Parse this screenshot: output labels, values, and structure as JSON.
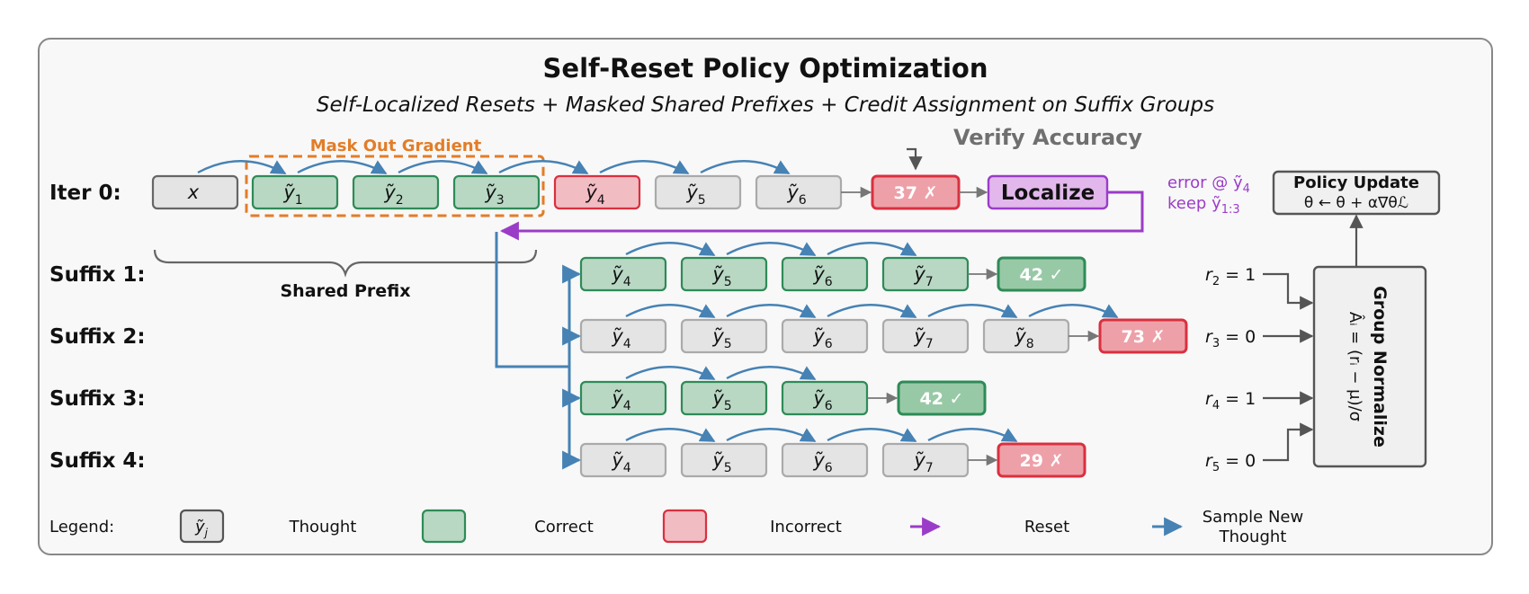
{
  "title": "Self-Reset Policy Optimization",
  "subtitle": "Self-Localized Resets + Masked Shared Prefixes + Credit Assignment on Suffix Groups",
  "mask_label": "Mask Out Gradient",
  "verify_label": "Verify Accuracy",
  "shared_prefix_label": "Shared Prefix",
  "localize_label": "Localize",
  "error_note": {
    "line1": "error @ ỹ",
    "line1_sub": "4",
    "line2": "keep ỹ",
    "line2_sub": "1:3"
  },
  "policy_update": {
    "title": "Policy Update",
    "formula": "θ ← θ + α∇θℒ"
  },
  "group_normalize": {
    "title": "Group Normalize",
    "formula": "Âᵢ = (rᵢ − μ)/σ"
  },
  "rows": [
    {
      "label": "Iter 0:",
      "tokens": [
        {
          "base": "x",
          "sub": "",
          "state": "input"
        },
        {
          "base": "ỹ",
          "sub": "1",
          "state": "correct"
        },
        {
          "base": "ỹ",
          "sub": "2",
          "state": "correct"
        },
        {
          "base": "ỹ",
          "sub": "3",
          "state": "correct"
        },
        {
          "base": "ỹ",
          "sub": "4",
          "state": "incorrect"
        },
        {
          "base": "ỹ",
          "sub": "5",
          "state": "thought"
        },
        {
          "base": "ỹ",
          "sub": "6",
          "state": "thought"
        }
      ],
      "answer": "37 ✗",
      "answer_correct": false
    },
    {
      "label": "Suffix 1:",
      "tokens": [
        {
          "base": "ỹ",
          "sub": "4",
          "state": "correct"
        },
        {
          "base": "ỹ",
          "sub": "5",
          "state": "correct"
        },
        {
          "base": "ỹ",
          "sub": "6",
          "state": "correct"
        },
        {
          "base": "ỹ",
          "sub": "7",
          "state": "correct"
        }
      ],
      "answer": "42 ✓",
      "answer_correct": true,
      "reward": {
        "var": "r",
        "sub": "2",
        "value": "1"
      }
    },
    {
      "label": "Suffix 2:",
      "tokens": [
        {
          "base": "ỹ",
          "sub": "4",
          "state": "thought"
        },
        {
          "base": "ỹ",
          "sub": "5",
          "state": "thought"
        },
        {
          "base": "ỹ",
          "sub": "6",
          "state": "thought"
        },
        {
          "base": "ỹ",
          "sub": "7",
          "state": "thought"
        },
        {
          "base": "ỹ",
          "sub": "8",
          "state": "thought"
        }
      ],
      "answer": "73 ✗",
      "answer_correct": false,
      "reward": {
        "var": "r",
        "sub": "3",
        "value": "0"
      }
    },
    {
      "label": "Suffix 3:",
      "tokens": [
        {
          "base": "ỹ",
          "sub": "4",
          "state": "correct"
        },
        {
          "base": "ỹ",
          "sub": "5",
          "state": "correct"
        },
        {
          "base": "ỹ",
          "sub": "6",
          "state": "correct"
        }
      ],
      "answer": "42 ✓",
      "answer_correct": true,
      "reward": {
        "var": "r",
        "sub": "4",
        "value": "1"
      }
    },
    {
      "label": "Suffix 4:",
      "tokens": [
        {
          "base": "ỹ",
          "sub": "4",
          "state": "thought"
        },
        {
          "base": "ỹ",
          "sub": "5",
          "state": "thought"
        },
        {
          "base": "ỹ",
          "sub": "6",
          "state": "thought"
        },
        {
          "base": "ỹ",
          "sub": "7",
          "state": "thought"
        }
      ],
      "answer": "29 ✗",
      "answer_correct": false,
      "reward": {
        "var": "r",
        "sub": "5",
        "value": "0"
      }
    }
  ],
  "legend": {
    "title": "Legend:",
    "swatch_text": "ỹ",
    "swatch_sub": "j",
    "items": [
      "Thought",
      "Correct",
      "Incorrect",
      "Reset",
      "Sample New",
      "Thought"
    ]
  },
  "colors": {
    "correct_fill": "#b8d8c4",
    "correct_stroke": "#2e8b57",
    "incorrect_fill": "#f2bcc3",
    "incorrect_stroke": "#d9303f",
    "thought_fill": "#e4e4e4",
    "thought_stroke": "#aaaaaa",
    "answer_correct_fill": "#98c9a6",
    "answer_incorrect_fill": "#eea0a8",
    "localize_fill": "#e2b8ec",
    "localize_stroke": "#9b3cc8",
    "reset": "#9b3cc8",
    "sample": "#4682b4",
    "mask": "#e27d28",
    "accent_text": "#6f6f6f"
  }
}
